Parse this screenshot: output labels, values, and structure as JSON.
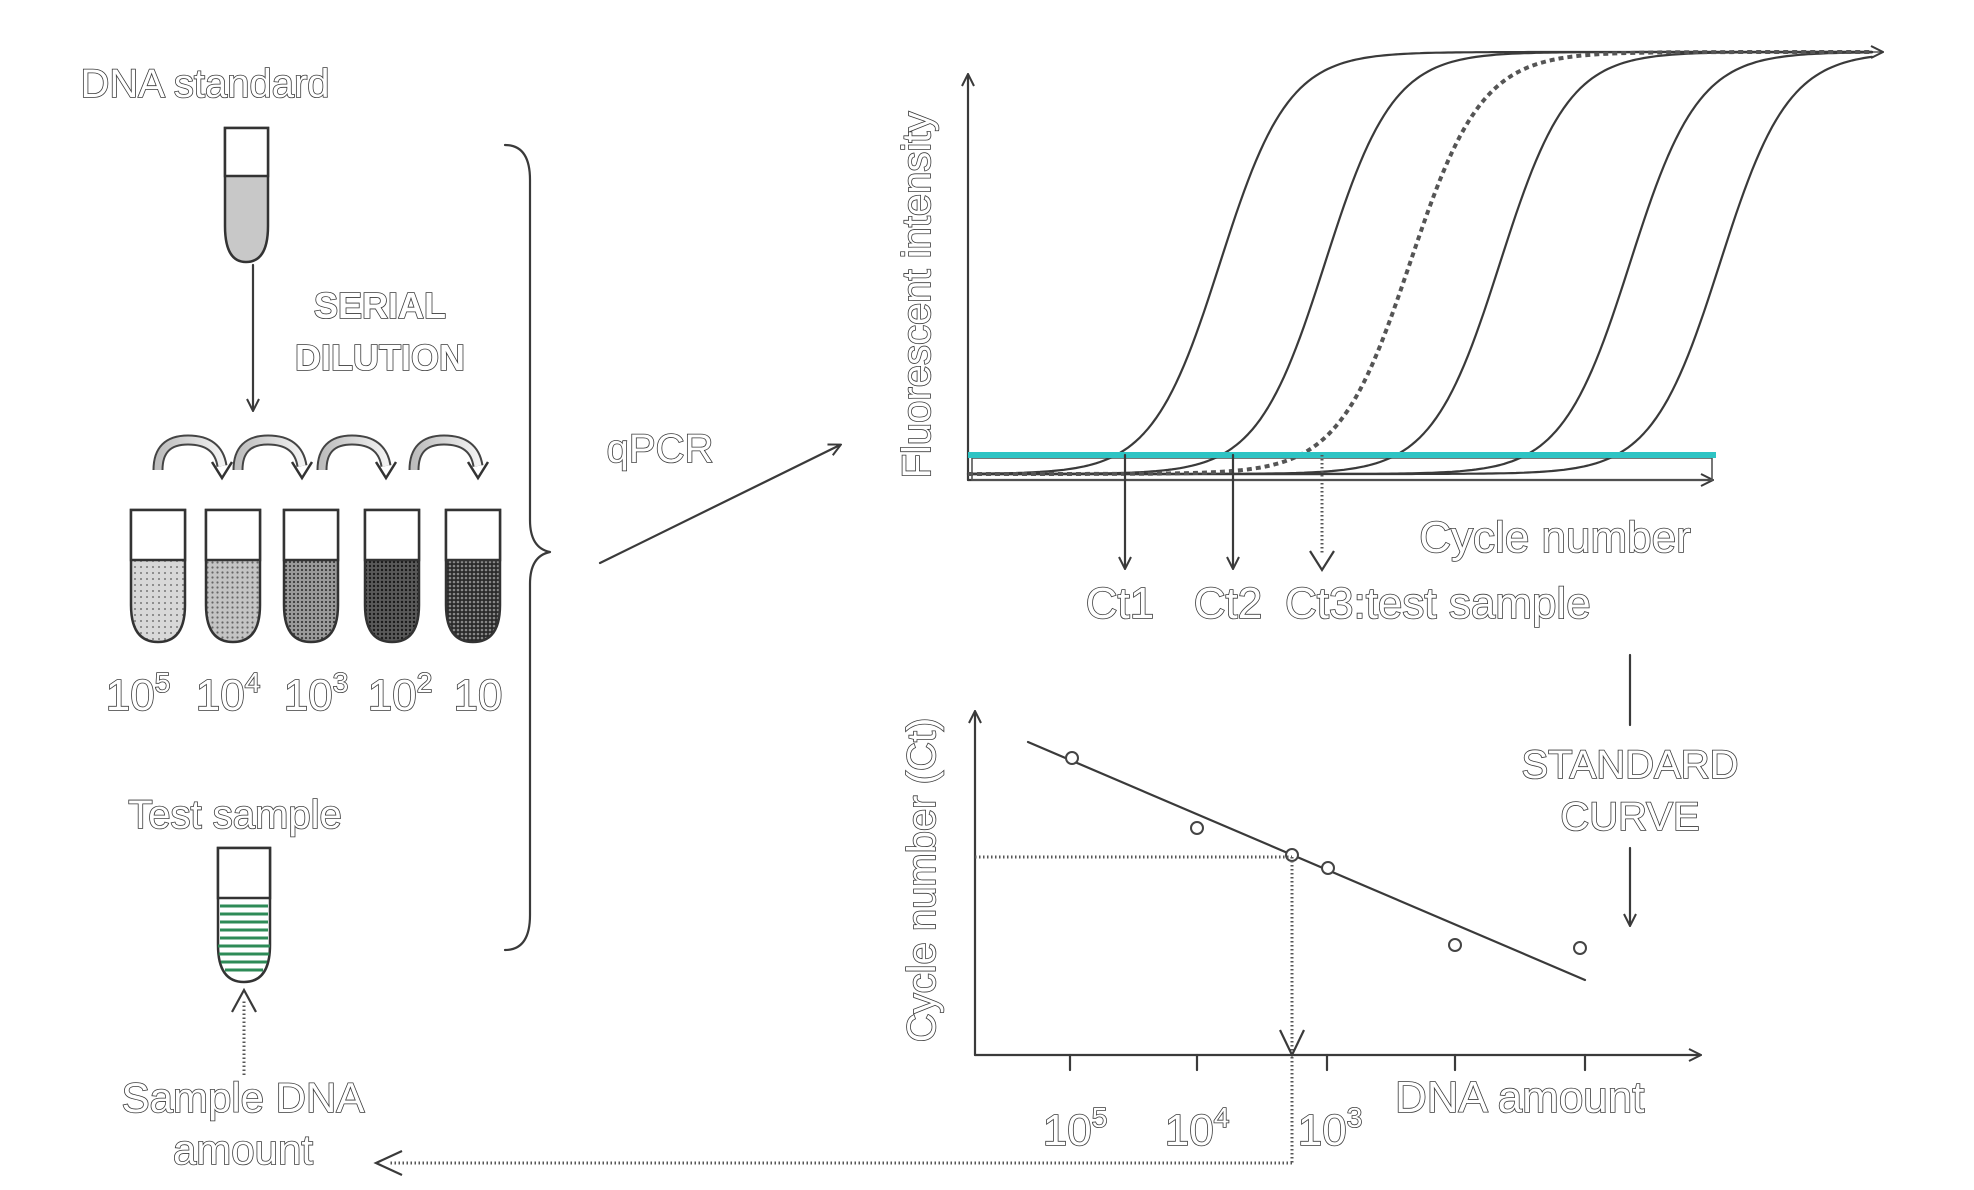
{
  "left_panel": {
    "dna_standard_label": "DNA standard",
    "serial_dilution_line1": "SERIAL",
    "serial_dilution_line2": "DILUTION",
    "dilution_labels": [
      {
        "base": "10",
        "exp": "5"
      },
      {
        "base": "10",
        "exp": "4"
      },
      {
        "base": "10",
        "exp": "3"
      },
      {
        "base": "10",
        "exp": "2"
      },
      {
        "base": "10",
        "exp": ""
      }
    ],
    "test_sample_label": "Test sample",
    "sample_dna_line1": "Sample DNA",
    "sample_dna_line2": "amount"
  },
  "middle": {
    "qpcr_label": "qPCR"
  },
  "amplification_plot": {
    "y_axis_label": "Fluorescent intensity",
    "x_axis_label": "Cycle number",
    "ct_labels": [
      "Ct1",
      "Ct2",
      "Ct3:test sample"
    ],
    "threshold_color": "#2ec4c4"
  },
  "standard_curve_label": {
    "line1": "STANDARD",
    "line2": "CURVE"
  },
  "standard_curve_plot": {
    "y_axis_label": "Cycle number (Ct)",
    "x_axis_label": "DNA amount",
    "x_ticks": [
      {
        "base": "10",
        "exp": "5"
      },
      {
        "base": "10",
        "exp": "4"
      },
      {
        "base": "10",
        "exp": "3"
      }
    ]
  },
  "colors": {
    "test_sample_stripes": "#2e8b57",
    "tube_gray": "#c8c8c8"
  }
}
